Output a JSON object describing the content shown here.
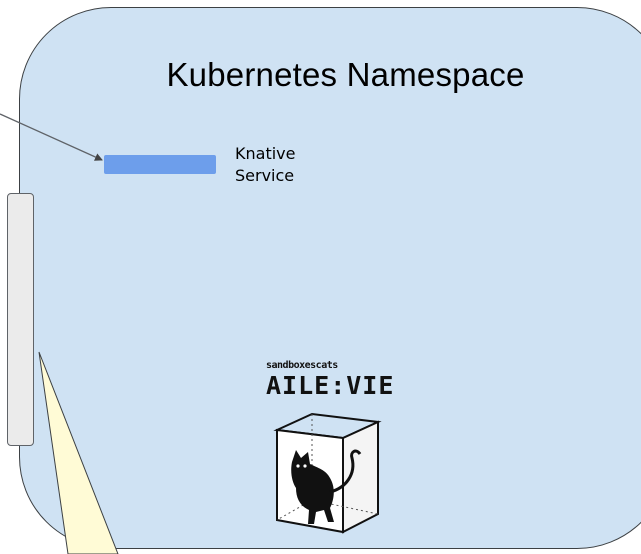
{
  "diagram": {
    "namespace_title": "Kubernetes Namespace",
    "knative_service": {
      "line1": "Knative",
      "line2": "Service"
    },
    "logo": {
      "top_text": "sandboxescats",
      "main_text": "AILE:VIE",
      "image_name": "cat-in-box-icon"
    }
  },
  "colors": {
    "namespace_fill": "#cfe2f3",
    "service_bar": "#6d9eeb",
    "side_panel": "#ebebeb",
    "callout_fill": "#fffbd6"
  }
}
